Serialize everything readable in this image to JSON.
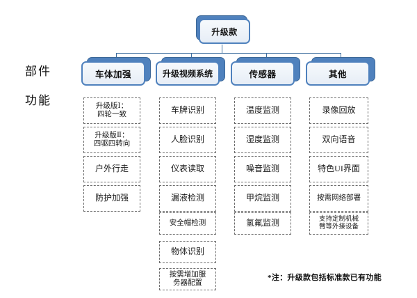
{
  "diagram": {
    "type": "org-chart-with-lists",
    "root": {
      "label": "升级款"
    },
    "row_labels": {
      "parts": "部件",
      "functions": "功能"
    },
    "columns": [
      {
        "key": "body",
        "header": "车体加强",
        "items": [
          "升级版Ⅰ：\n四轮一致",
          "升级版Ⅱ：\n四驱四转向",
          "户外行走",
          "防护加强"
        ]
      },
      {
        "key": "video",
        "header": "升级视频系统",
        "items": [
          "车牌识别",
          "人脸识别",
          "仪表读取",
          "漏液检测",
          "安全帽检测",
          "物体识别",
          "按需增加服\n务器配置"
        ]
      },
      {
        "key": "sensor",
        "header": "传感器",
        "items": [
          "温度监测",
          "湿度监测",
          "噪音监测",
          "甲烷监测",
          "氢氟监测"
        ]
      },
      {
        "key": "other",
        "header": "其他",
        "items": [
          "录像回放",
          "双向语音",
          "特色UI界面",
          "按需网络部署",
          "支持定制机械\n臂等外接设备"
        ]
      }
    ],
    "footnote": "*注：升级款包括标准款已有功能"
  },
  "colors": {
    "node_blue": "#4f81bd",
    "node_border": "#3c6898",
    "node_fill": "#eef3f9",
    "connector": "#3f6f9f",
    "dashed_border": "#6b6b6b",
    "text": "#111111",
    "background": "#ffffff"
  }
}
